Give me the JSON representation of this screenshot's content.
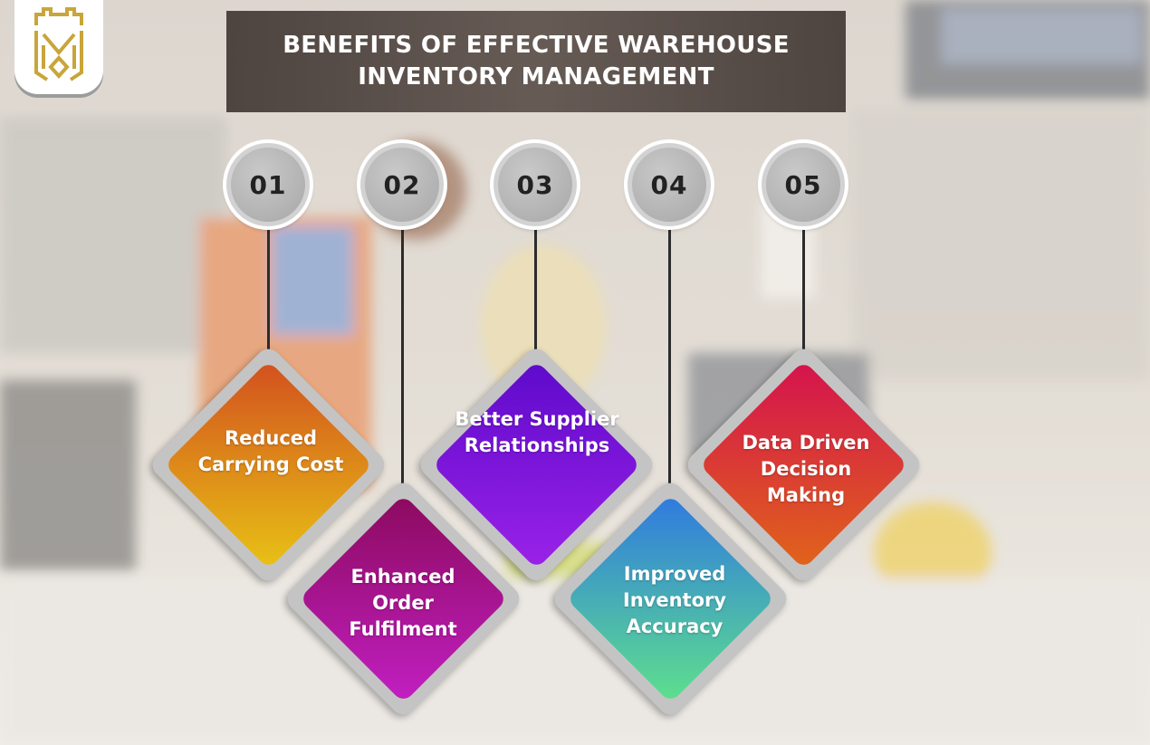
{
  "title": "BENEFITS OF EFFECTIVE WAREHOUSE INVENTORY MANAGEMENT",
  "items": [
    {
      "number": "01",
      "label": "Reduced Carrying Cost",
      "color_top": "#d2501e",
      "color_bottom": "#e8c215"
    },
    {
      "number": "02",
      "label": "Enhanced Order Fulfilment",
      "color_top": "#8c0a5e",
      "color_bottom": "#c21fc2"
    },
    {
      "number": "03",
      "label": "Better Supplier Relationships",
      "color_top": "#5e0acb",
      "color_bottom": "#9a22e8"
    },
    {
      "number": "04",
      "label": "Improved Inventory Accuracy",
      "color_top": "#2f79e0",
      "color_bottom": "#5ee08c"
    },
    {
      "number": "05",
      "label": "Data Driven Decision Making",
      "color_top": "#d4124e",
      "color_bottom": "#e0641a"
    }
  ],
  "colors": {
    "connector": "#2c2c2c",
    "logo_gold": "#c9a53a",
    "diamond_border": "#c4c4c4"
  }
}
